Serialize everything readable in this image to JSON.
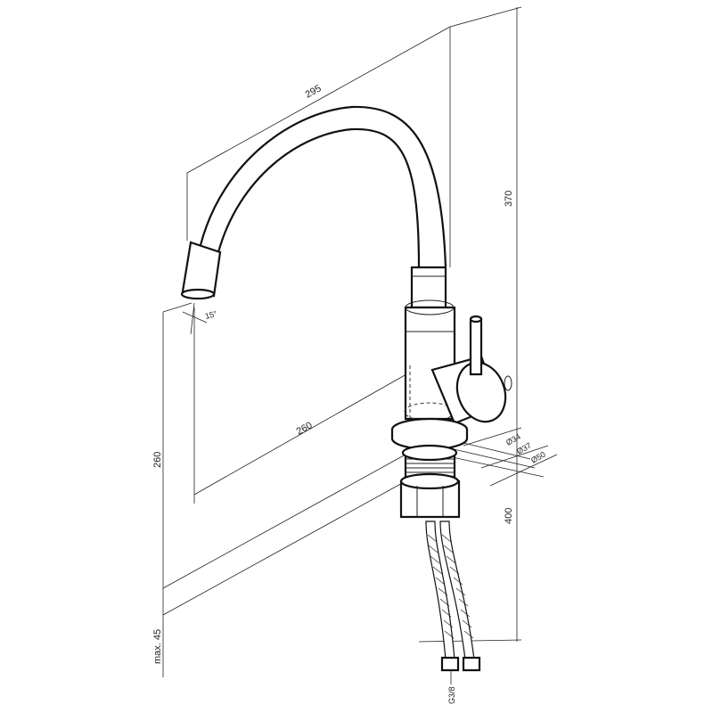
{
  "dimensions": {
    "reach": "295",
    "height_total": "370",
    "outlet_height": "260",
    "spout_projection": "260",
    "hose_length": "400",
    "deck_max": "max. 45",
    "outlet_angle": "15°",
    "d_inner": "Ø34",
    "d_mid": "Ø37",
    "d_outer": "Ø50",
    "thread": "G3/8"
  },
  "colors": {
    "stroke": "#222222",
    "background": "#ffffff"
  }
}
